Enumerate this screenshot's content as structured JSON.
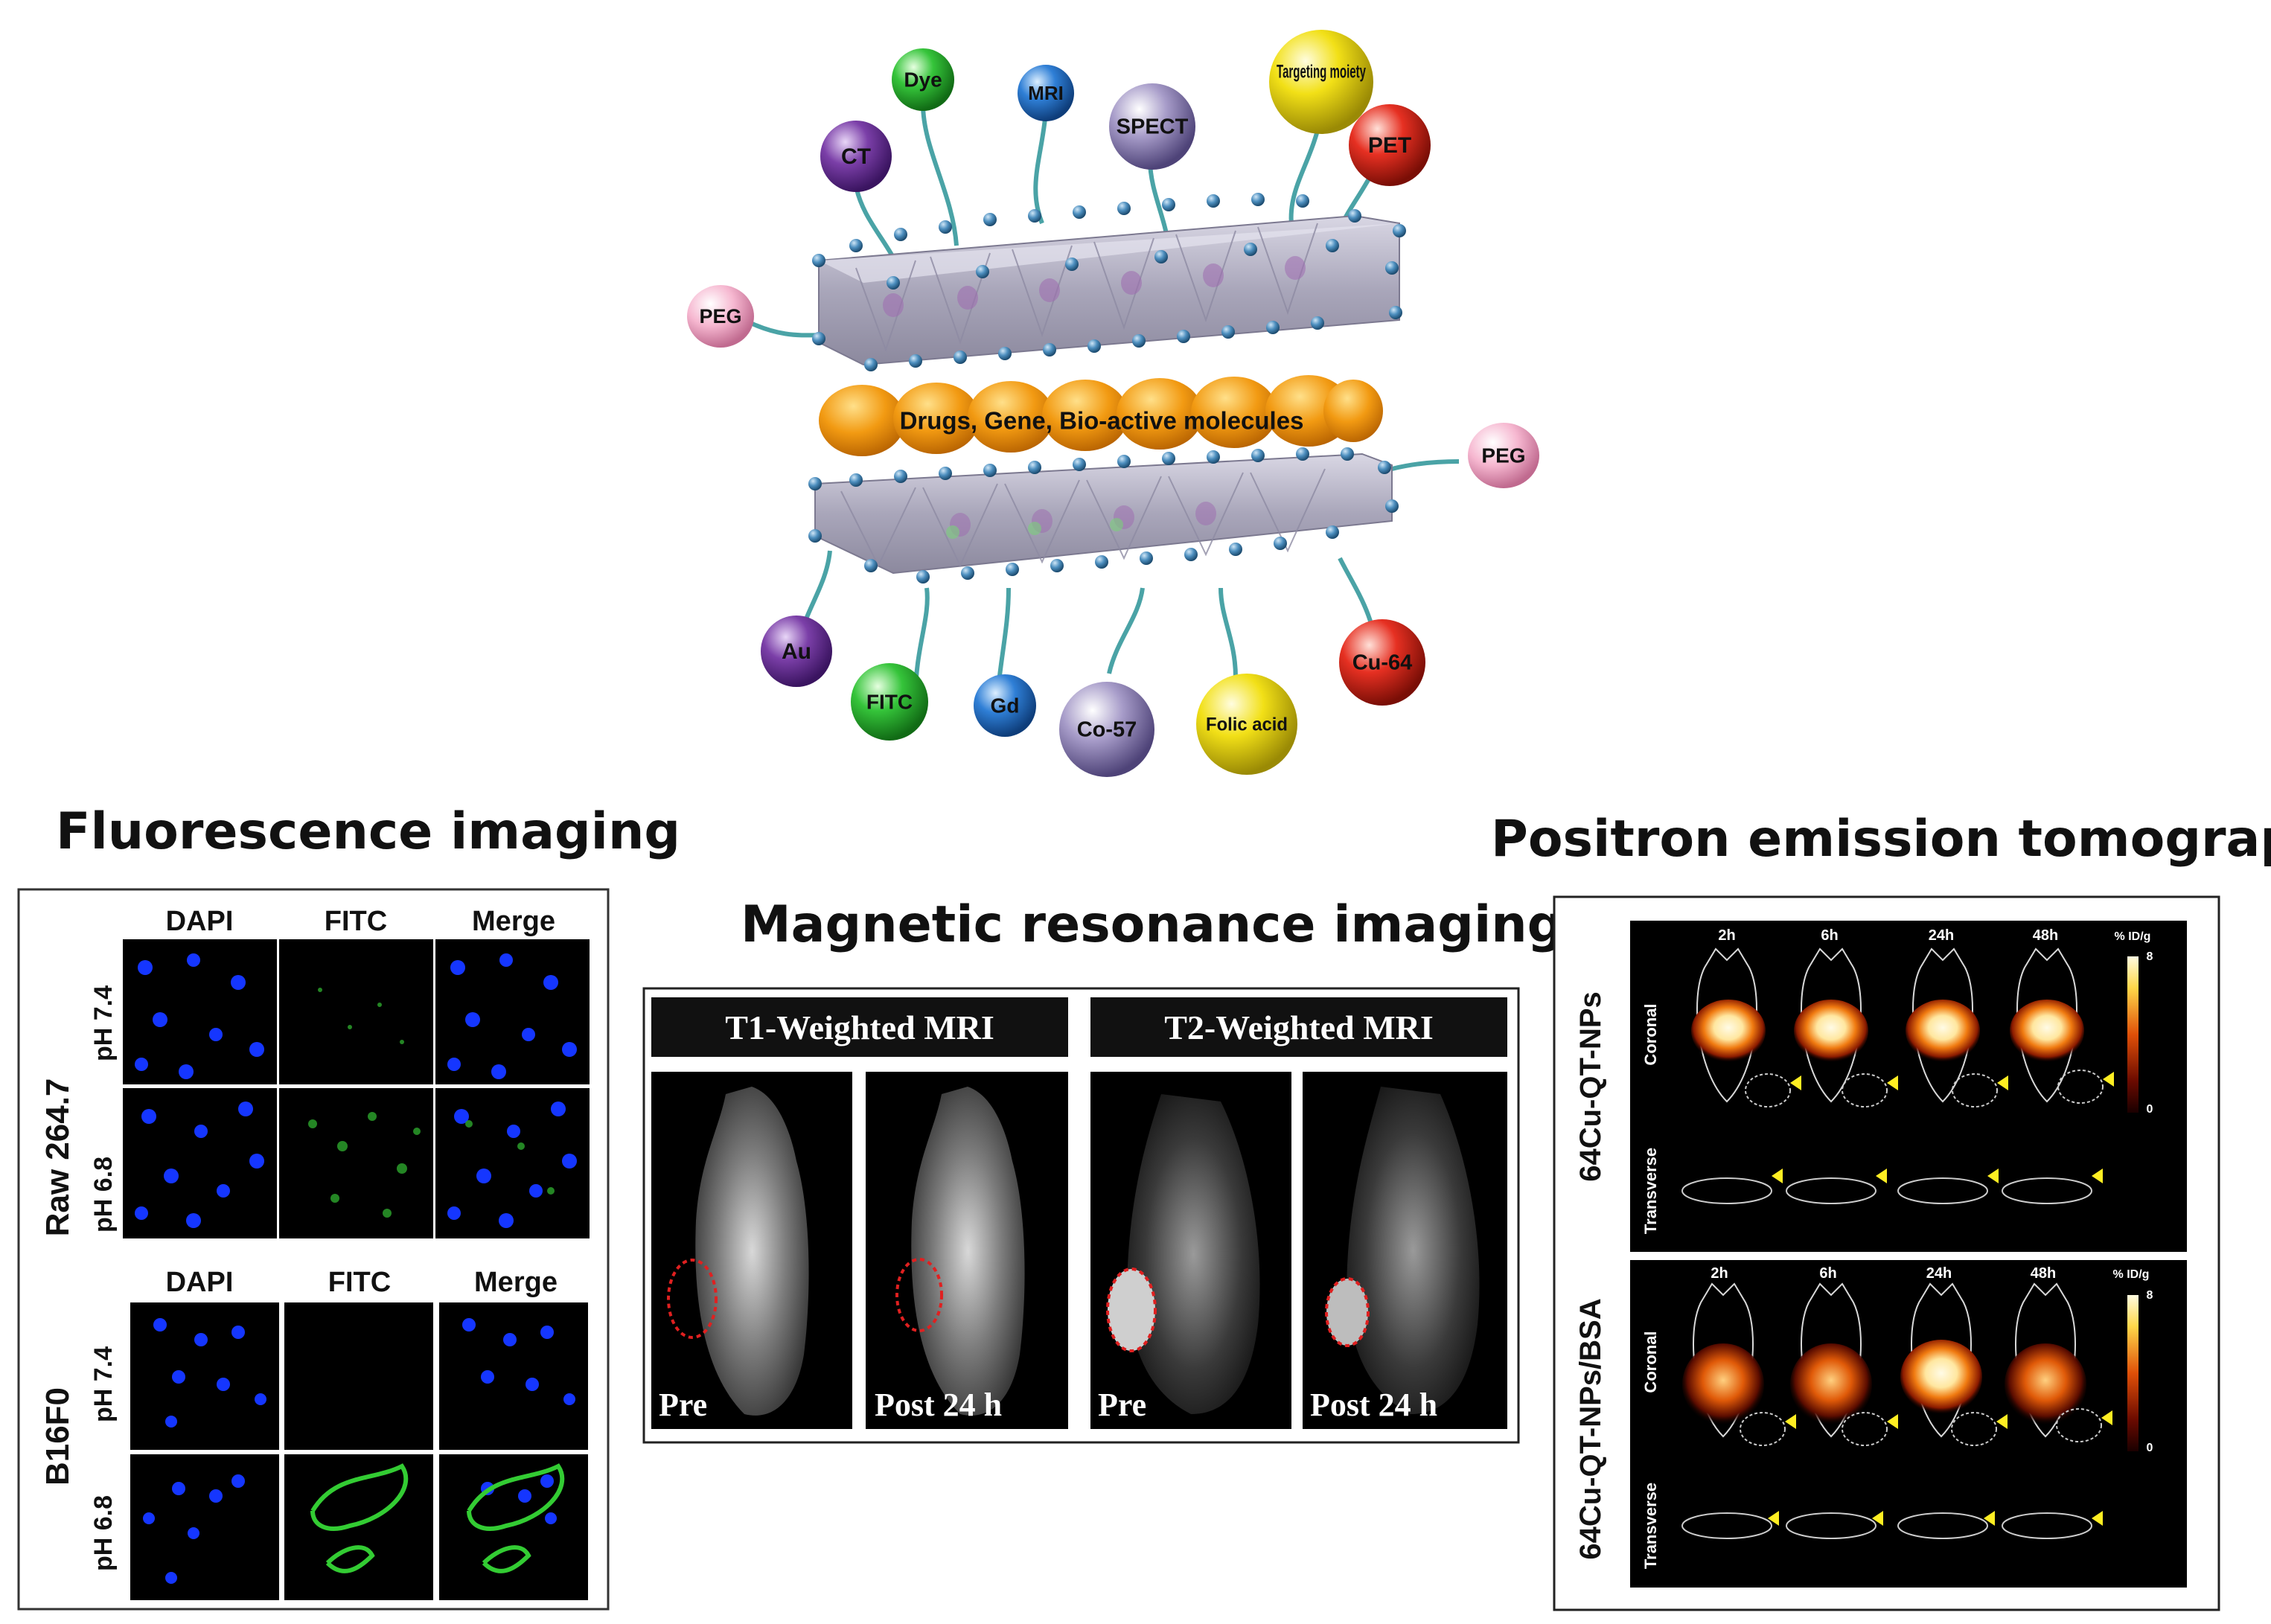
{
  "diagram": {
    "top_modifiers": [
      "CT",
      "Dye",
      "MRI",
      "SPECT",
      "Targeting moiety",
      "PET"
    ],
    "side_modifiers": [
      "PEG",
      "PEG"
    ],
    "middle_layer": "Drugs, Gene, Bio-active molecules",
    "bottom_modifiers": [
      "Au",
      "FITC",
      "Gd",
      "Co-57",
      "Folic acid",
      "Cu-64"
    ]
  },
  "fluorescence": {
    "title": "Fluorescence imaging",
    "columns": [
      "DAPI",
      "FITC",
      "Merge"
    ],
    "groups": [
      {
        "cell_line": "Raw 264.7",
        "rows": [
          "pH 7.4",
          "pH 6.8"
        ]
      },
      {
        "cell_line": "B16F0",
        "rows": [
          "pH 7.4",
          "pH 6.8"
        ]
      }
    ]
  },
  "mri": {
    "title": "Magnetic resonance imaging",
    "t1_header": "T1-Weighted MRI",
    "t2_header": "T2-Weighted MRI",
    "panel_labels": [
      "Pre",
      "Post 24 h",
      "Pre",
      "Post 24 h"
    ]
  },
  "pet": {
    "title": "Positron emission tomography",
    "timepoints": [
      "2h",
      "6h",
      "24h",
      "48h"
    ],
    "scale_label": "% ID/g",
    "scale_max": "8",
    "scale_min": "0",
    "view_labels": [
      "Coronal",
      "Transverse"
    ],
    "groups": [
      "64Cu-QT-NPs",
      "64Cu-QT-NPs/BSA"
    ]
  },
  "colors": {
    "ct": "#7b3fa8",
    "dye": "#35c43a",
    "mri": "#2f7fd6",
    "spect": "#8a7fb0",
    "targeting": "#f2e017",
    "pet": "#e63022",
    "peg": "#f6b7d0",
    "drug": "#f29a12",
    "dapi": "#1030ff",
    "fitc": "#33cc33"
  }
}
